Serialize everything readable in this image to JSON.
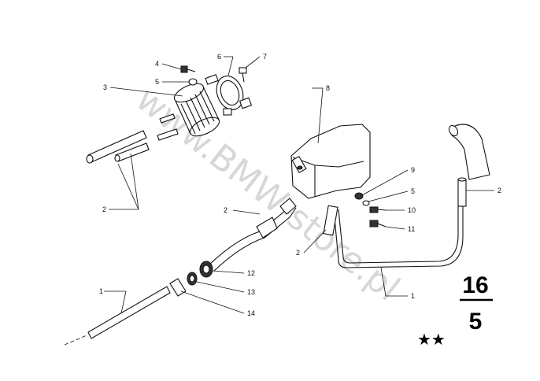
{
  "diagram": {
    "watermark": "www.BMW-store.pl",
    "group_number_top": "16",
    "group_number_bottom": "5",
    "stars": "★★",
    "callouts": {
      "c1a": "1",
      "c1b": "1",
      "c2a": "2",
      "c2b": "2",
      "c2c": "2",
      "c2d": "2",
      "c3": "3",
      "c4": "4",
      "c5a": "5",
      "c5b": "5",
      "c6": "6",
      "c7": "7",
      "c8": "8",
      "c9": "9",
      "c10": "10",
      "c11": "11",
      "c12": "12",
      "c13": "13",
      "c14": "14"
    }
  }
}
